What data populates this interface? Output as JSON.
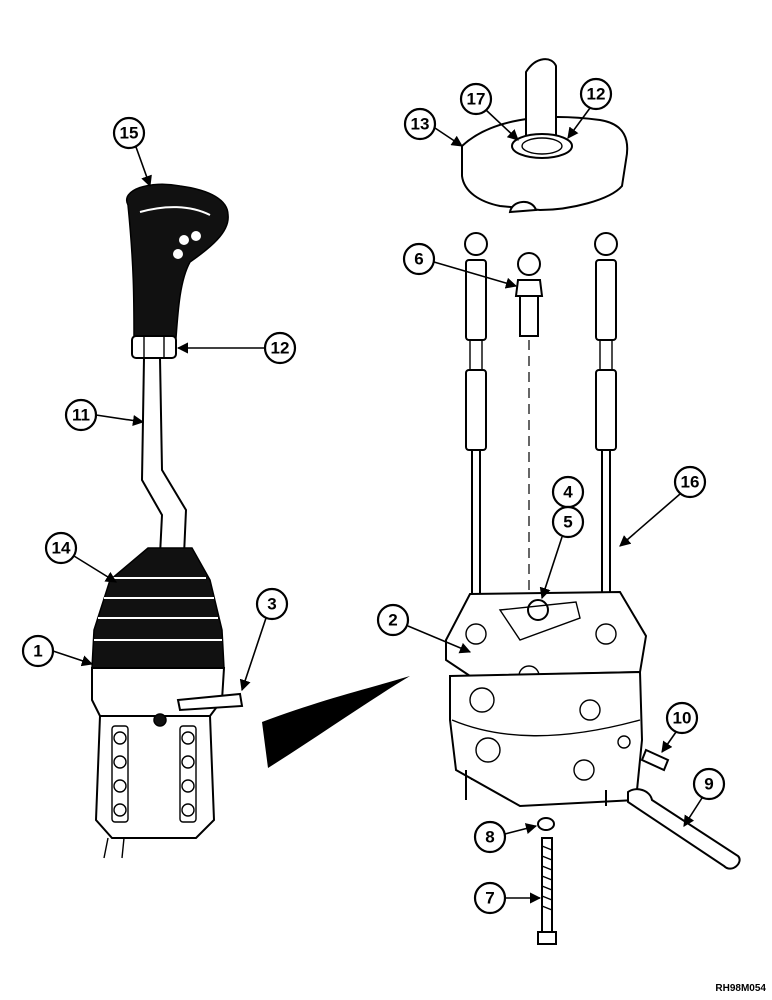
{
  "figure_code": "RH98M054",
  "callouts": [
    {
      "label": "15"
    },
    {
      "label": "12"
    },
    {
      "label": "11"
    },
    {
      "label": "14"
    },
    {
      "label": "1"
    },
    {
      "label": "3"
    },
    {
      "label": "13"
    },
    {
      "label": "17"
    },
    {
      "label": "12"
    },
    {
      "label": "6"
    },
    {
      "label": "4"
    },
    {
      "label": "5"
    },
    {
      "label": "16"
    },
    {
      "label": "2"
    },
    {
      "label": "10"
    },
    {
      "label": "9"
    },
    {
      "label": "8"
    },
    {
      "label": "7"
    }
  ]
}
